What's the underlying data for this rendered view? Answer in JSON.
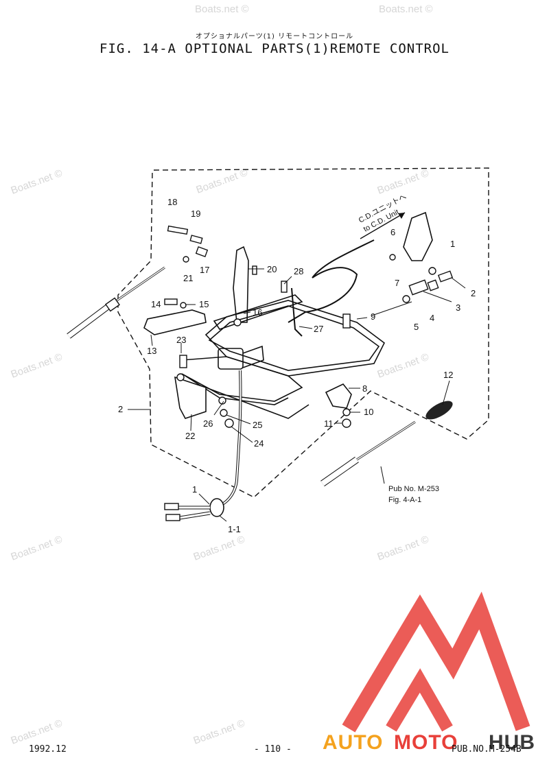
{
  "header": {
    "title_jp": "オプショナルパーツ(1) リモートコントロール",
    "title": "FIG. 14-A OPTIONAL PARTS(1)REMOTE CONTROL"
  },
  "diagram": {
    "part_numbers": [
      "18",
      "19",
      "21",
      "17",
      "20",
      "28",
      "6",
      "1",
      "7",
      "2",
      "3",
      "4",
      "5",
      "14",
      "15",
      "16",
      "9",
      "27",
      "13",
      "23",
      "8",
      "12",
      "10",
      "11",
      "22",
      "26",
      "25",
      "24",
      "1",
      "1-1"
    ],
    "cable_direction_jp": "C.D.ユニットへ",
    "cable_direction_en": "to C.D. Unit",
    "frame_label": "2",
    "reference_pub": "Pub No. M-253",
    "reference_fig": "Fig. 4-A-1"
  },
  "watermark": {
    "text": "Boats.net ©",
    "color": "#d6d6d6"
  },
  "logo": {
    "text_auto": "AUTO",
    "text_moto": "MOTO",
    "text_hub": "HUB",
    "color_red": "#e8403a",
    "color_orange": "#f4a21e",
    "color_dark": "#3a3a3a"
  },
  "footer": {
    "date": "1992.12",
    "page": "- 110 -",
    "pub": "PUB.NO.M-254B"
  }
}
